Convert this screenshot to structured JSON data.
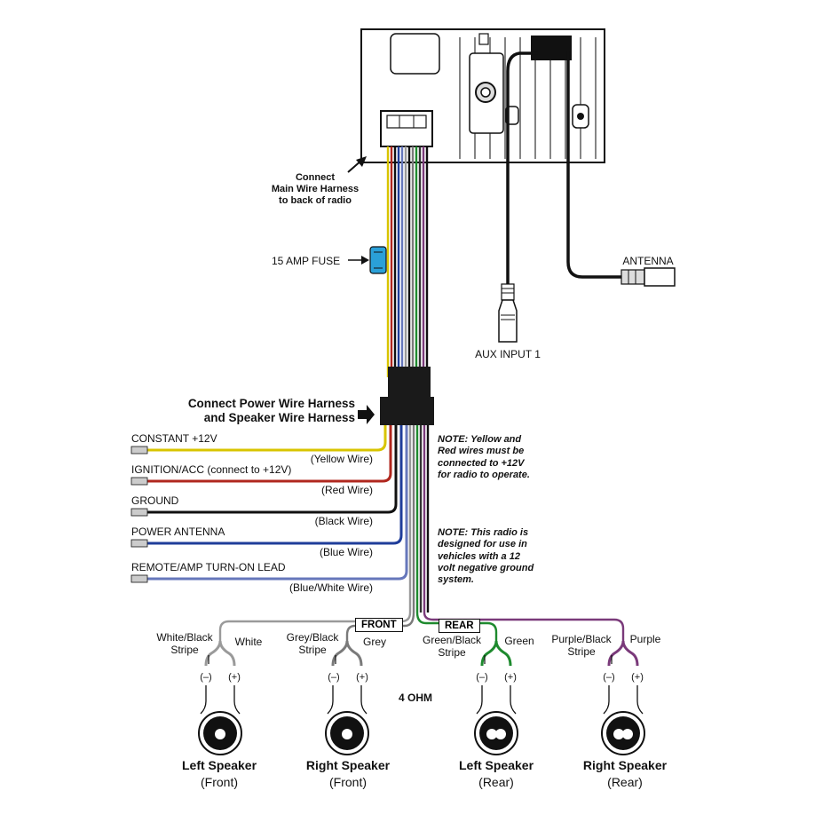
{
  "labels": {
    "connect_main": "Connect\nMain Wire Harness\nto back of radio",
    "fuse": "15 AMP FUSE",
    "aux": "AUX INPUT 1",
    "antenna": "ANTENNA",
    "connect_power": "Connect Power Wire Harness\nand Speaker Wire Harness",
    "four_ohm": "4 OHM",
    "front": "FRONT",
    "rear": "REAR"
  },
  "notes": [
    "NOTE: Yellow and Red wires must be connected to +12V for radio to operate.",
    "NOTE: This radio is designed for use in vehicles with a 12 volt negative ground system."
  ],
  "power_wires": [
    {
      "name": "CONSTANT +12V",
      "color_label": "(Yellow Wire)",
      "color": "#d8c400"
    },
    {
      "name": "IGNITION/ACC (connect to +12V)",
      "color_label": "(Red Wire)",
      "color": "#b0271e"
    },
    {
      "name": "GROUND",
      "color_label": "(Black Wire)",
      "color": "#111111"
    },
    {
      "name": "POWER ANTENNA",
      "color_label": "(Blue Wire)",
      "color": "#1f3d9a"
    },
    {
      "name": "REMOTE/AMP TURN-ON LEAD",
      "color_label": "(Blue/White Wire)",
      "color": "#6677bb"
    }
  ],
  "speakers": [
    {
      "neg_wire": "White/Black\nStripe",
      "pos_wire": "White",
      "color": "#9a9a9a",
      "name": "Left Speaker",
      "position": "(Front)",
      "type": "round"
    },
    {
      "neg_wire": "Grey/Black\nStripe",
      "pos_wire": "Grey",
      "color": "#7a7a7a",
      "name": "Right Speaker",
      "position": "(Front)",
      "type": "round"
    },
    {
      "neg_wire": "Green/Black\nStripe",
      "pos_wire": "Green",
      "color": "#1e8a2e",
      "name": "Left Speaker",
      "position": "(Rear)",
      "type": "oval"
    },
    {
      "neg_wire": "Purple/Black\nStripe",
      "pos_wire": "Purple",
      "color": "#7a3a7a",
      "name": "Right Speaker",
      "position": "(Rear)",
      "type": "oval"
    }
  ],
  "terminal_labels": {
    "neg": "(–)",
    "pos": "(+)"
  }
}
